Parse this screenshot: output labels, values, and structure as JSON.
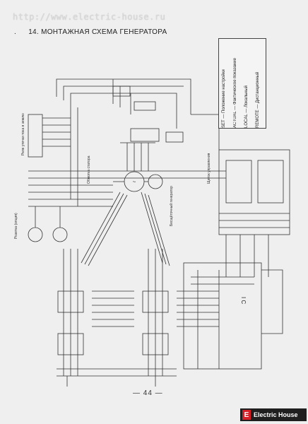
{
  "watermark_url": "http://www.electric-house.ru",
  "title_bullet": ".",
  "title": "14. МОНТАЖНАЯ СХЕМА ГЕНЕРАТОРА",
  "legend": {
    "col1_header": "SET",
    "col1": "Положение настройки",
    "col2_header": "ACTUAL",
    "col2": "Фактическое показание",
    "col3_header": "LOCAL",
    "col3": "Локальный",
    "col4_header": "REMOTE",
    "col4": "Дистанционный"
  },
  "diagram_labels": {
    "left_rect": "Реле утечки тока в землю",
    "socket": "Розетка (опция)",
    "stator": "Обмотка статора",
    "rotor_label": "Бесщёточный генератор",
    "panel_label": "Щиток управления",
    "ic": "I C"
  },
  "page_number": "— 44 —",
  "badge": {
    "mark": "E",
    "text": "Electric House",
    "color": "#d61f26"
  }
}
